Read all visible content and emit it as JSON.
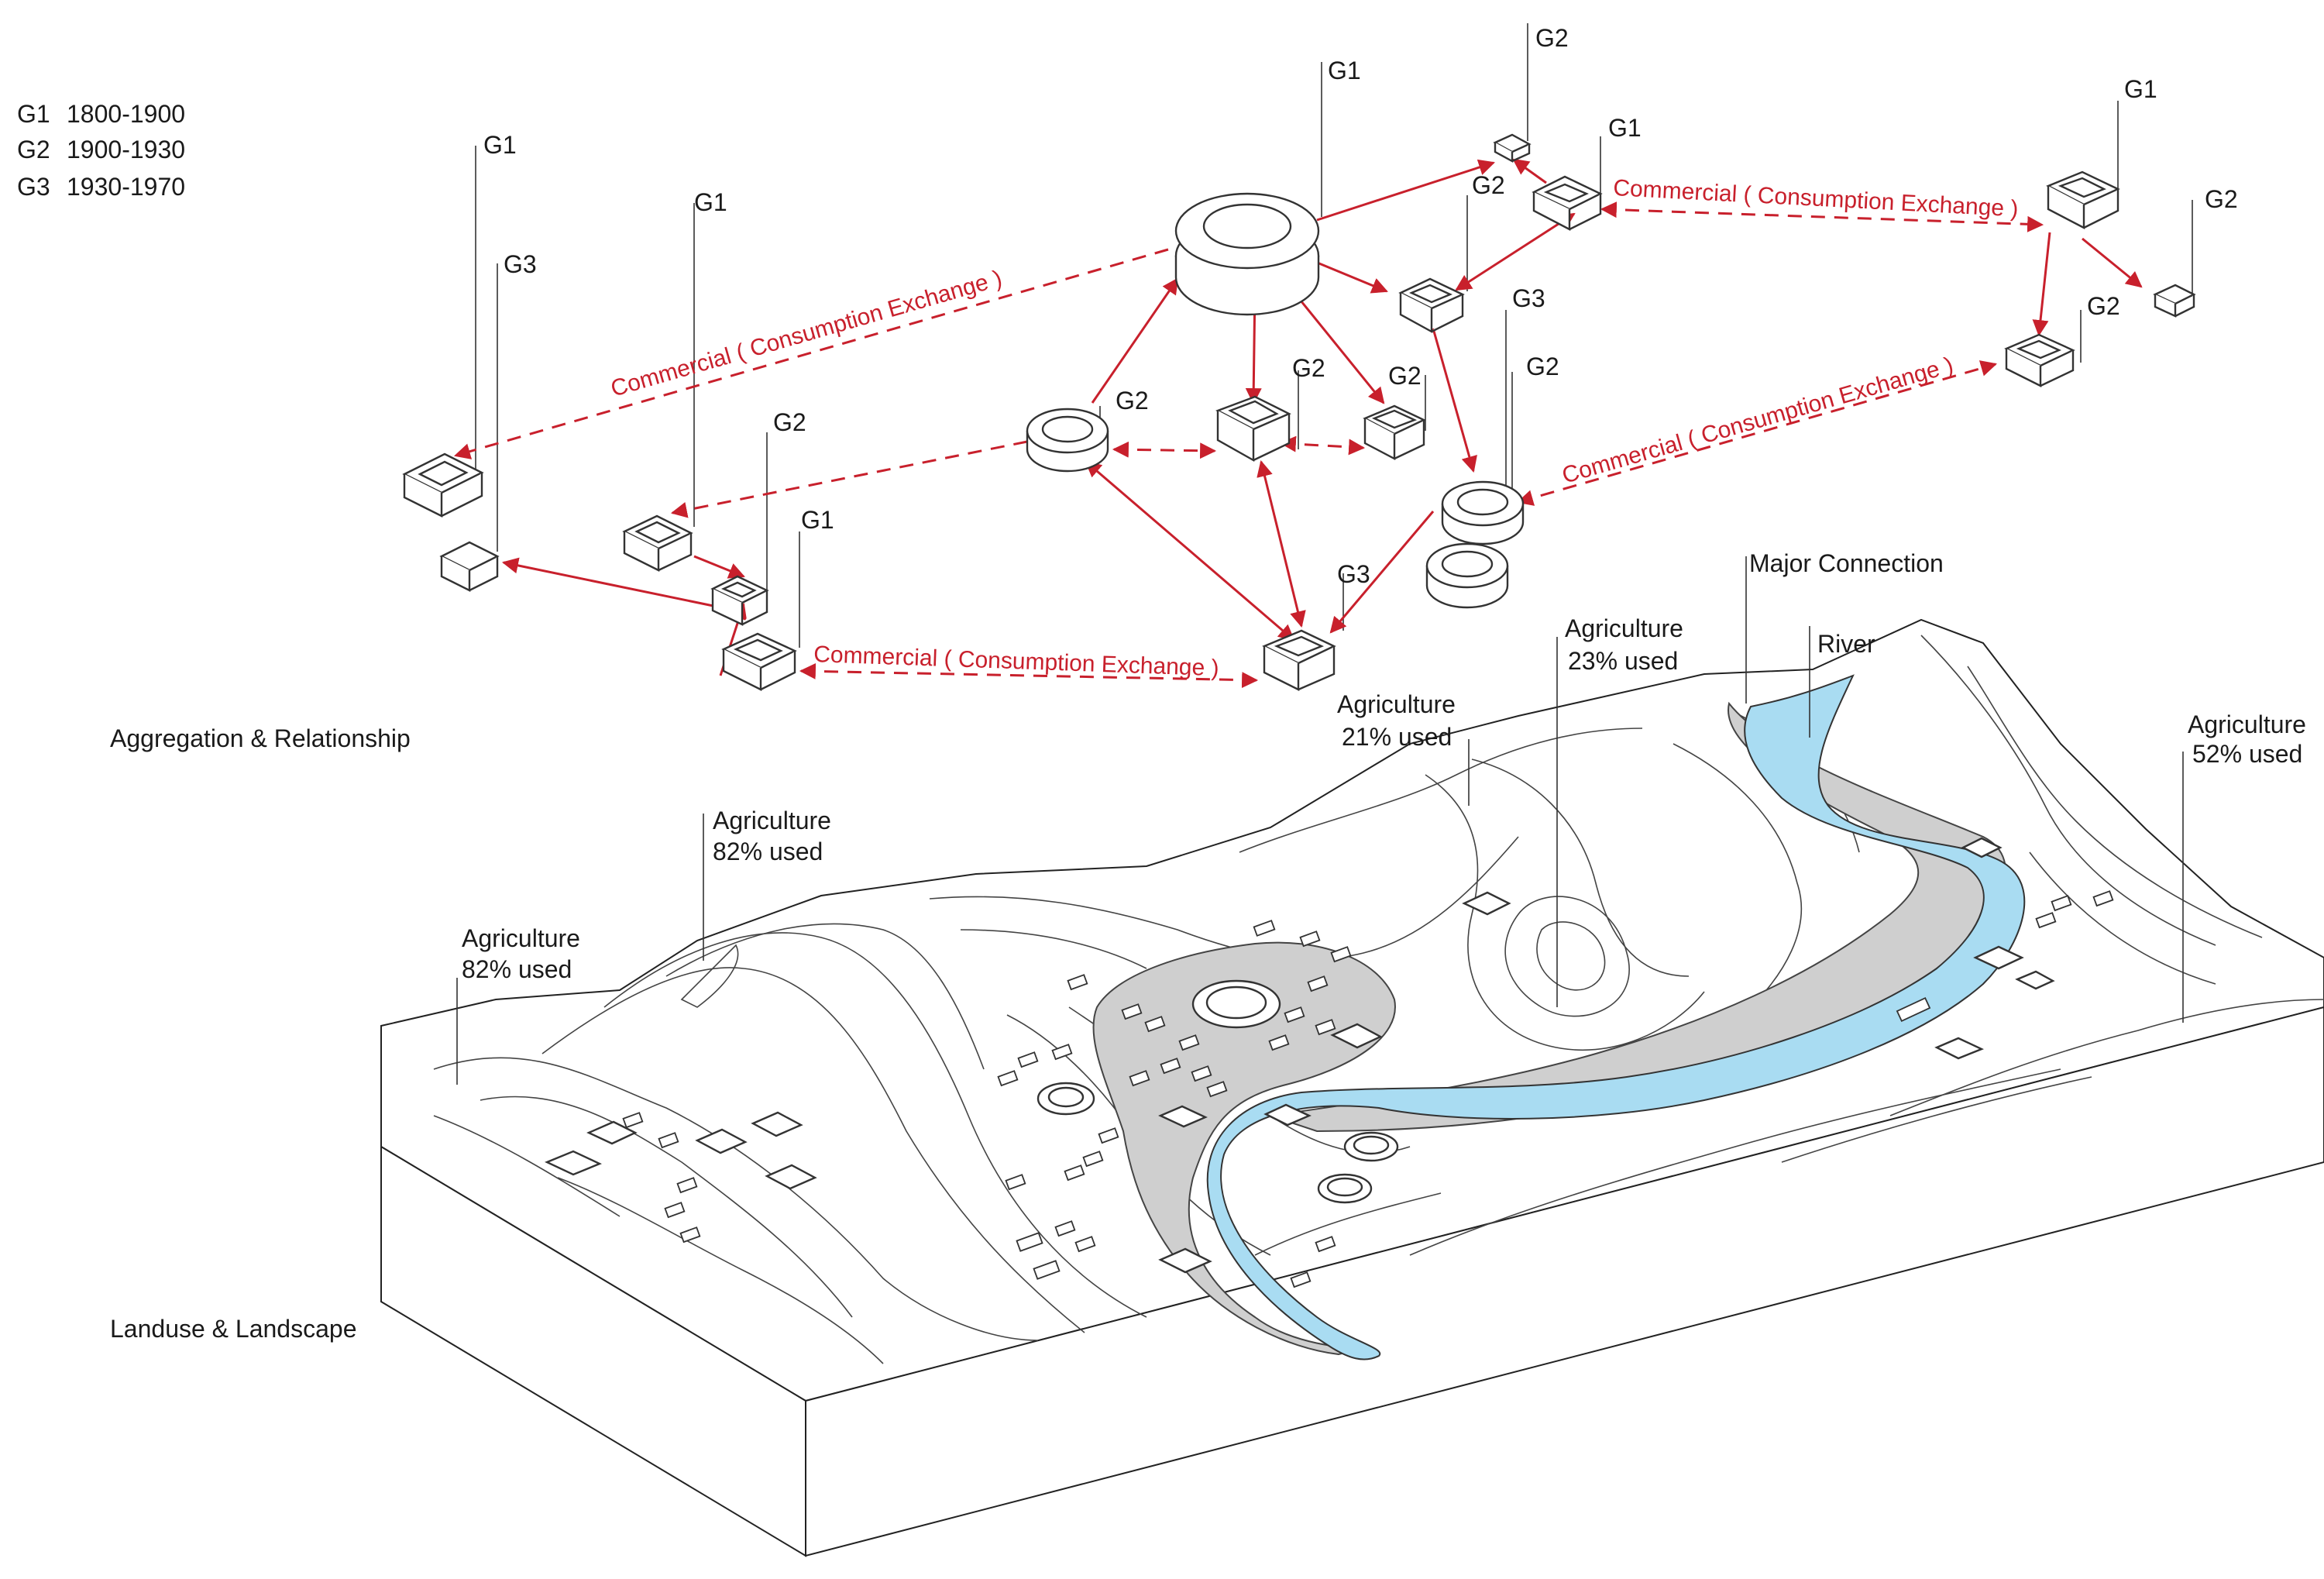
{
  "legend": [
    {
      "code": "G1",
      "period": "1800-1900"
    },
    {
      "code": "G2",
      "period": "1900-1930"
    },
    {
      "code": "G3",
      "period": "1930-1970"
    }
  ],
  "sections": {
    "aggregation": "Aggregation & Relationship",
    "landuse": "Landuse & Landscape"
  },
  "commercial_label": "Commercial ( Consumption  Exchange )",
  "generation_tags": {
    "g1": "G1",
    "g2": "G2",
    "g3": "G3"
  },
  "landscape_labels": {
    "agri_far_left": [
      "Agriculture",
      "82% used"
    ],
    "agri_left": [
      "Agriculture",
      "82% used"
    ],
    "agri_mid": [
      "Agriculture",
      "21% used"
    ],
    "agri_center": [
      "Agriculture",
      "23% used"
    ],
    "agri_right": [
      "Agriculture",
      "52% used"
    ],
    "major_connection": "Major Connection",
    "river": "River"
  },
  "colors": {
    "arrow": "#c8202c",
    "river": "#a9dcf2",
    "settlement": "#cfcfcf",
    "line": "#333333"
  }
}
